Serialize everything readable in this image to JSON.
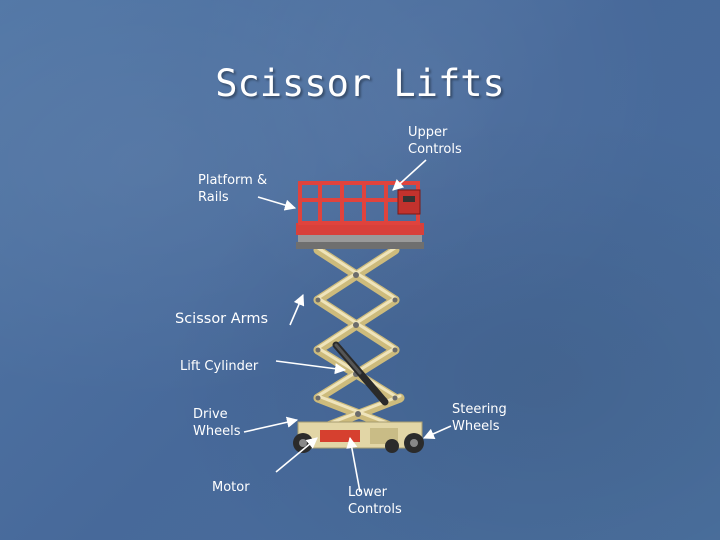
{
  "title": "Scissor Lifts",
  "labels": {
    "upper_controls": "Upper\nControls",
    "platform_rails": "Platform &\nRails",
    "scissor_arms": "Scissor Arms",
    "lift_cylinder": "Lift Cylinder",
    "drive_wheels": "Drive\nWheels",
    "steering_wheels": "Steering\nWheels",
    "motor": "Motor",
    "lower_controls": "Lower\nControls"
  },
  "colors": {
    "background": "#4b6f9c",
    "text": "#ffffff",
    "platform": "#d8403a",
    "arms": "#d8c98e",
    "chassis": "#e0d3a0"
  }
}
